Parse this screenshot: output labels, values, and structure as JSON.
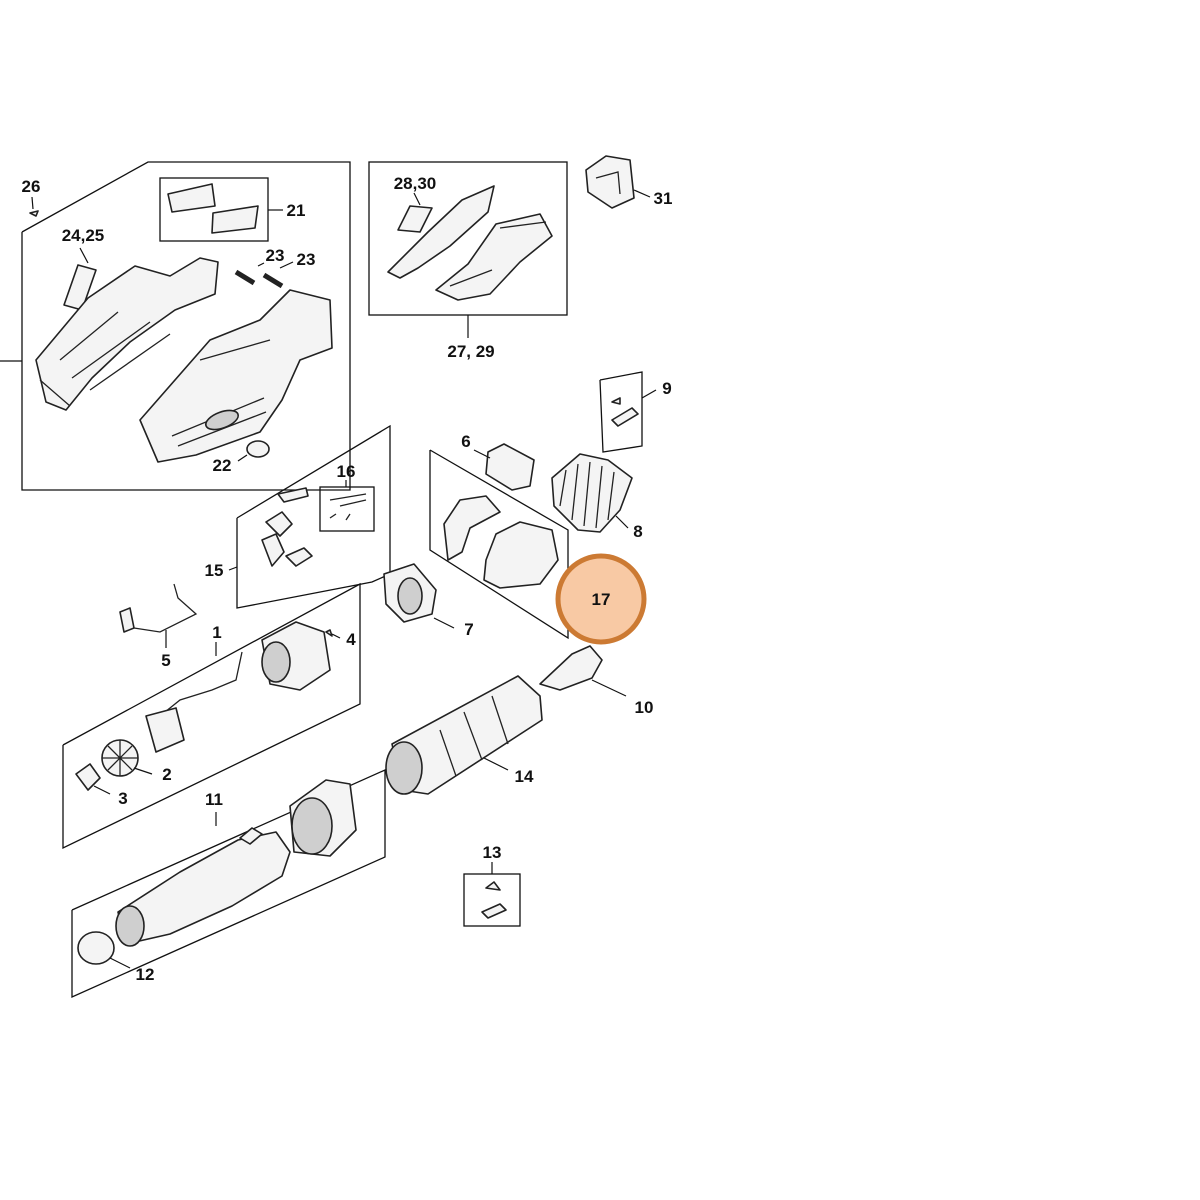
{
  "callouts": {
    "c1": "1",
    "c2": "2",
    "c3": "3",
    "c4": "4",
    "c5": "5",
    "c6": "6",
    "c7": "7",
    "c8": "8",
    "c9": "9",
    "c10": "10",
    "c11": "11",
    "c12": "12",
    "c13": "13",
    "c14": "14",
    "c15": "15",
    "c16": "16",
    "c17": "17",
    "c21": "21",
    "c22": "22",
    "c23a": "23",
    "c23b": "23",
    "c24_25": "24,25",
    "c26": "26",
    "c27_29": "27, 29",
    "c28_30": "28,30",
    "c31": "31"
  },
  "highlight": {
    "part": "17",
    "color": "#f8c9a4",
    "border_color": "#cc7a33"
  }
}
